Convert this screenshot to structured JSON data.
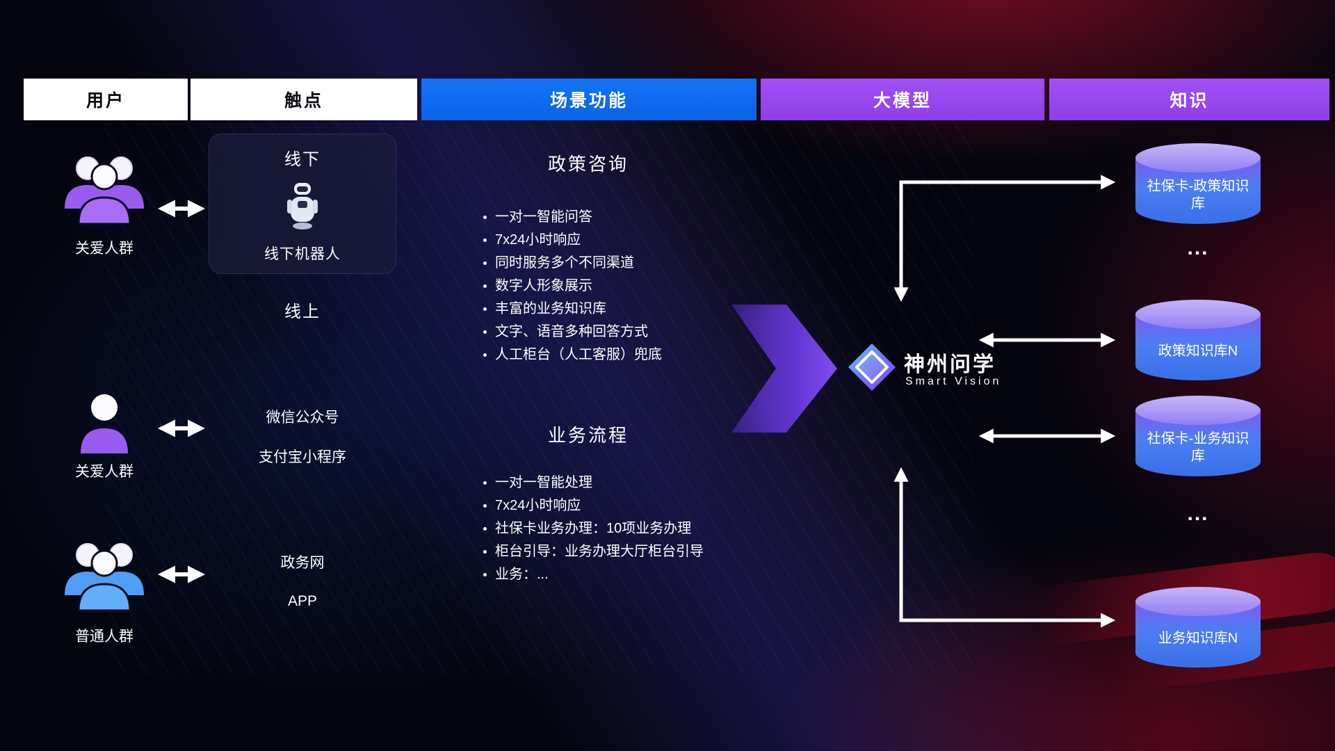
{
  "header": {
    "columns": [
      {
        "label": "用户"
      },
      {
        "label": "触点"
      },
      {
        "label": "场景功能"
      },
      {
        "label": "大模型"
      },
      {
        "label": "知识"
      }
    ]
  },
  "users": {
    "groups": [
      {
        "label": "关爱人群"
      },
      {
        "label": "关爱人群"
      },
      {
        "label": "普通人群"
      }
    ]
  },
  "touchpoints": {
    "offline_title": "线下",
    "offline_robot_label": "线下机器人",
    "online_title": "线上",
    "channels": [
      {
        "label": "微信公众号"
      },
      {
        "label": "支付宝小程序"
      },
      {
        "label": "政务网"
      },
      {
        "label": "APP"
      }
    ]
  },
  "scenarios": {
    "policy": {
      "title": "政策咨询",
      "items": [
        "一对一智能问答",
        "7x24小时响应",
        "同时服务多个不同渠道",
        "数字人形象展示",
        "丰富的业务知识库",
        "文字、语音多种回答方式",
        "人工柜台（人工客服）兜底"
      ]
    },
    "business": {
      "title": "业务流程",
      "items": [
        "一对一智能处理",
        "7x24小时响应",
        "社保卡业务办理：10项业务办理",
        "柜台引导：业务办理大厅柜台引导",
        "业务：..."
      ]
    }
  },
  "model": {
    "name": "神州问学",
    "subtitle": "Smart Vision"
  },
  "knowledge": {
    "databases": [
      {
        "label": "社保卡-政策知识库"
      },
      {
        "label": "政策知识库N"
      },
      {
        "label": "社保卡-业务知识库"
      },
      {
        "label": "业务知识库N"
      }
    ],
    "ellipsis": "..."
  },
  "colors": {
    "header_blue": "#0c6bf2",
    "header_purple": "#9a4cf0",
    "accent_purple_people": "#9a5cf0",
    "accent_blue_people": "#4f9df5",
    "cylinder_top": "#b9a6f6",
    "cylinder_body": "#3f79f0",
    "flow_arrow_purple": "#8a50f0",
    "connector_white": "#ffffff"
  }
}
